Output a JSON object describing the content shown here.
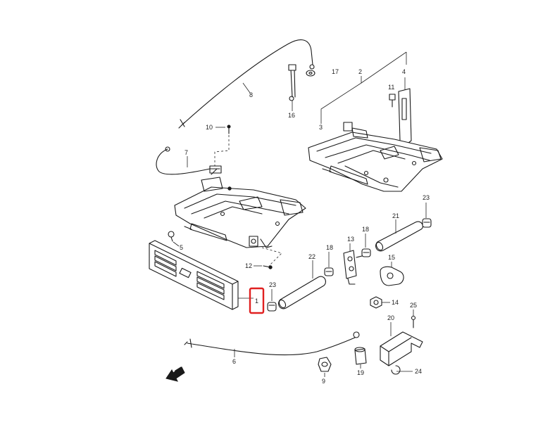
{
  "diagram": {
    "highlight_color": "#e02020",
    "callouts": {
      "c1": "1",
      "c2": "2",
      "c3": "3",
      "c4": "4",
      "c5": "5",
      "c6": "6",
      "c7": "7",
      "c8": "8",
      "c9": "9",
      "c10": "10",
      "c11": "11",
      "c12": "12",
      "c13": "13",
      "c14": "14",
      "c15": "15",
      "c16": "16",
      "c17": "17",
      "c18a": "18",
      "c18b": "18",
      "c19": "19",
      "c20": "20",
      "c21": "21",
      "c22": "22",
      "c23a": "23",
      "c23b": "23",
      "c24": "24",
      "c25": "25"
    },
    "icons": {
      "front": "front-arrow-icon"
    }
  }
}
